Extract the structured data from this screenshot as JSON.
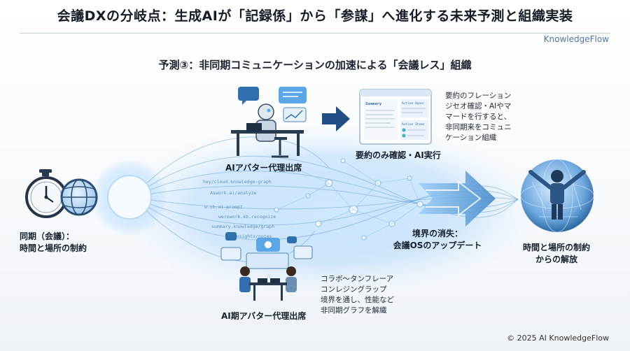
{
  "header": {
    "title": "会議DXの分岐点：生成AIが「記録係」から「参謀」へ進化する未来予測と組織実装",
    "brand": "KnowledgeFlow",
    "subtitle": "予測③：非同期コミュニケーションの加速による「会議レス」組織"
  },
  "left": {
    "label_line1": "同期（会議）：",
    "label_line2": "時間と場所の制約",
    "icons": [
      "stopwatch-icon",
      "globe-icon"
    ]
  },
  "top_scene": {
    "label": "AIアバター代理出席"
  },
  "doc_card": {
    "summary_title": "Summary",
    "action_owner_title": "Action Owner",
    "action_items_title": "Action Items",
    "label": "要約のみ確認・AI実行",
    "note_lines": [
      "要約のフレーション",
      "ジセオ確認・AIやマ",
      "マードを行すると、",
      "非同期来をコミュニ",
      "ケーション組織"
    ]
  },
  "center": {
    "label_line1": "境界の消失：",
    "label_line2": "会議OSのアップデート",
    "stream_texts": [
      "hey/cloud.knowledge-graph",
      "Aswork.ai/analyze",
      "w.cb.ai-prompt",
      "werework.kb.recognize",
      "summary.knowledge/graph",
      "ai.insights/notes"
    ]
  },
  "bottom_scene": {
    "label": "AI期アバター代理出席",
    "note_lines": [
      "コラボ〜タンフレーア",
      "コンレジングラップ",
      "境界を通し、性能など",
      "非同期グラフを解織"
    ]
  },
  "right": {
    "label_line1": "時間と場所の制約",
    "label_line2": "からの解放"
  },
  "footer": {
    "copyright": "© 2025 AI KnowledgeFlow"
  },
  "colors": {
    "accent": "#2f7fd6",
    "deep_blue": "#1e4f86",
    "glow": "#7fc4ff"
  }
}
